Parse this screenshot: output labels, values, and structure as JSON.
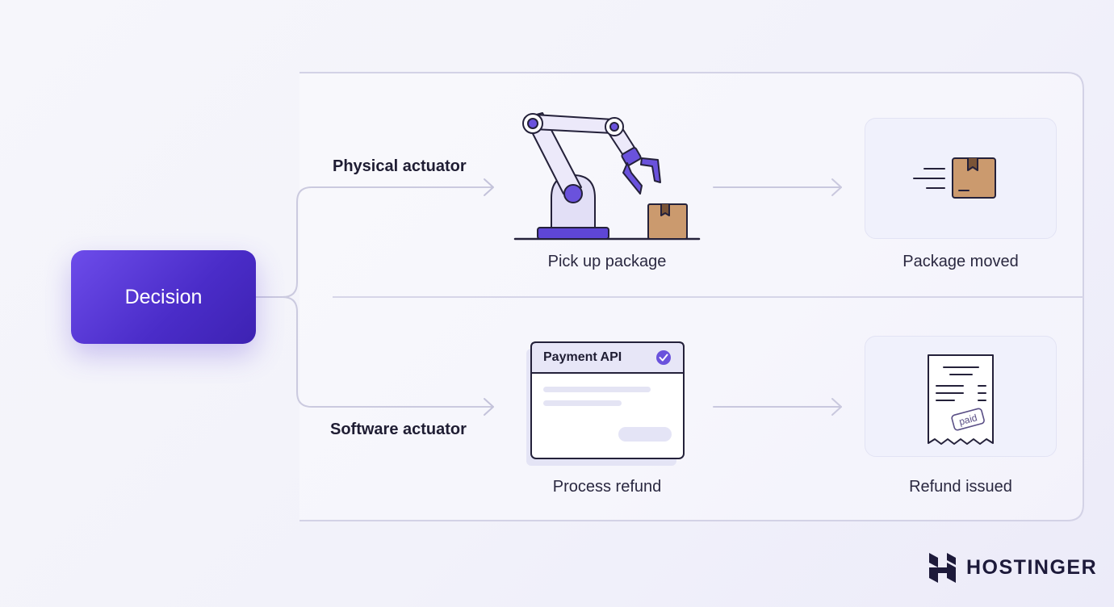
{
  "decision": {
    "label": "Decision"
  },
  "lanes": [
    {
      "actuator_label": "Physical actuator",
      "action_label": "Pick up package",
      "result_label": "Package moved"
    },
    {
      "actuator_label": "Software actuator",
      "action_label": "Process refund",
      "result_label": "Refund issued"
    }
  ],
  "payment_window": {
    "title": "Payment API",
    "stamp_text": "paid"
  },
  "brand": {
    "name": "HOSTINGER"
  },
  "colors": {
    "accent": "#5b3fe0",
    "accent_dark": "#3d22b2",
    "connector": "#c9c8de",
    "box_brown": "#cb9a6e",
    "card_bg": "#e9eafa"
  },
  "icons": [
    "robot-arm-icon",
    "package-box-icon",
    "moving-package-icon",
    "receipt-icon",
    "check-circle-icon",
    "hostinger-logo"
  ]
}
